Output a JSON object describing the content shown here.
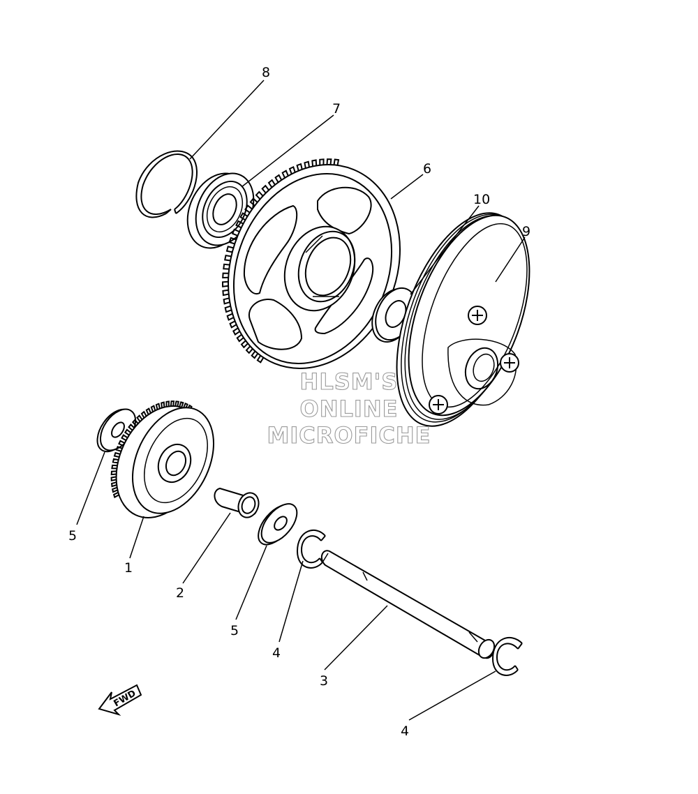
{
  "callouts": [
    {
      "id": "c8",
      "text": "8"
    },
    {
      "id": "c7",
      "text": "7"
    },
    {
      "id": "c6",
      "text": "6"
    },
    {
      "id": "c10",
      "text": "10"
    },
    {
      "id": "c9",
      "text": "9"
    },
    {
      "id": "c5a",
      "text": "5"
    },
    {
      "id": "c1",
      "text": "1"
    },
    {
      "id": "c2",
      "text": "2"
    },
    {
      "id": "c5b",
      "text": "5"
    },
    {
      "id": "c4a",
      "text": "4"
    },
    {
      "id": "c3",
      "text": "3"
    },
    {
      "id": "c4b",
      "text": "4"
    }
  ],
  "watermark": {
    "line1": "HLSM'S",
    "line2": "ONLINE",
    "line3": "MICROFICHE"
  },
  "direction_arrow": {
    "label": "FWD",
    "icon": "fwd-arrow-icon"
  }
}
